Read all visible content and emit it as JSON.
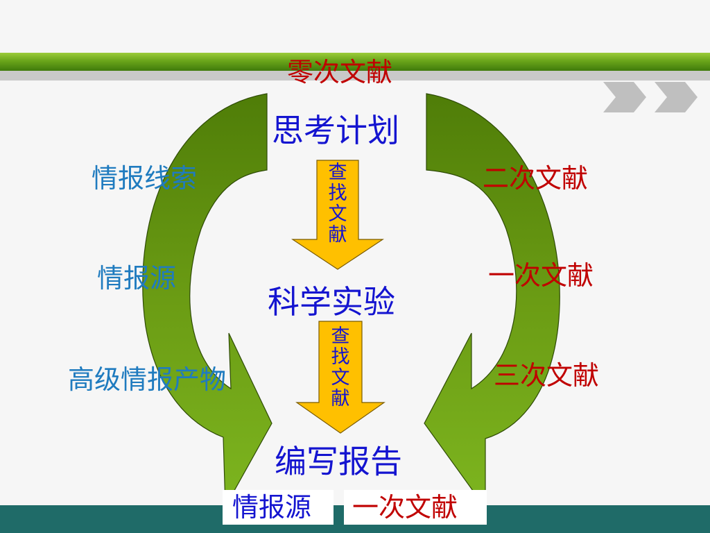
{
  "title_top": "零次文献",
  "center_steps": [
    "思考计划",
    "科学实验",
    "编写报告"
  ],
  "arrow_labels": [
    "查找文献",
    "查找文献"
  ],
  "left_labels": [
    "情报线索",
    "情报源",
    "高级情报产物"
  ],
  "right_labels": [
    "二次文献",
    "一次文献",
    "三次文献"
  ],
  "bottom_boxes": [
    "情报源",
    "一次文献"
  ],
  "colors": {
    "red_text": "#c00000",
    "blue_text": "#1f7bbf",
    "main_text": "#1414d0",
    "arrow_fill": "#ffc000",
    "curve_green": "#5a8a0e",
    "bottom_bar": "#1f6b68"
  }
}
